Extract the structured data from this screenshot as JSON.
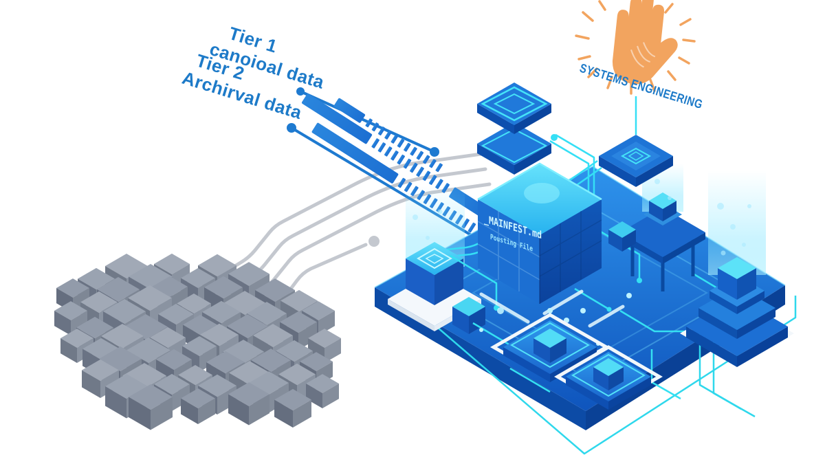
{
  "illustration": {
    "type": "isometric-tech-illustration",
    "background": "#ffffff"
  },
  "labels": {
    "tier1_title": "Tier 1",
    "tier1_subtitle": "canoioal data",
    "tier2_title": "Tier 2",
    "tier2_subtitle": "Archirval data"
  },
  "badge": {
    "text": "SYSTEMS ENGINEERING",
    "icon": "hand-icon",
    "icon_glyph": "✋"
  },
  "manifest_cube": {
    "title": "_MAINFEST.md",
    "subtitle": "Pousting File"
  },
  "colors": {
    "label_blue": "#1d7ac8",
    "pipe_blue": "#1e7ad0",
    "cyan_glow": "#35e0f5",
    "platform_blue": "#1a6fd6",
    "platform_dark": "#0c4ba6",
    "cube_cyan": "#4fd4f6",
    "gray_cube": "#8d96a5",
    "gray_line": "#c4c8cf",
    "hand_orange": "#f2a45f",
    "manifest_text": "#d2f7ff"
  }
}
